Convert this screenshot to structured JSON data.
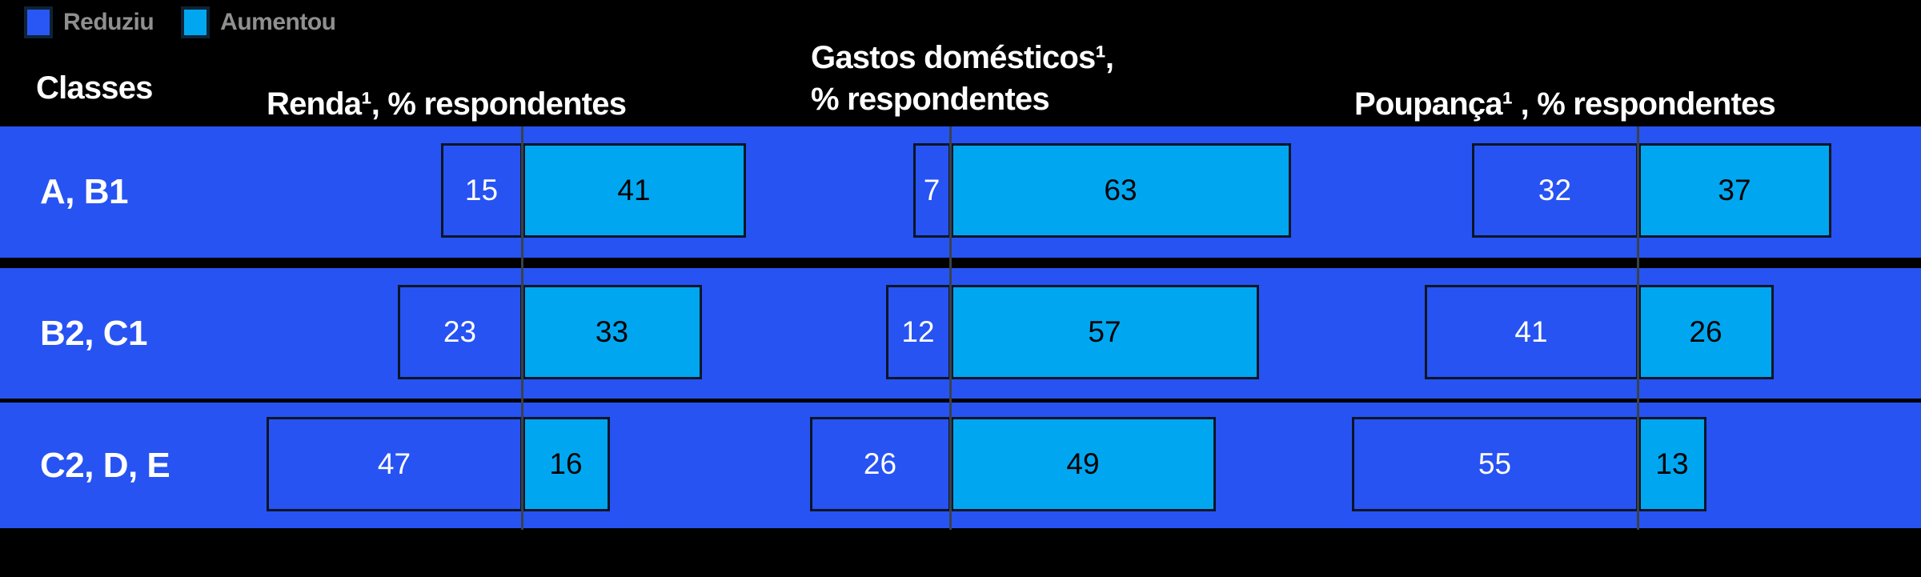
{
  "legend": {
    "position": "top-left",
    "items": [
      {
        "label": "Reduziu",
        "color": "#2957f5"
      },
      {
        "label": "Aumentou",
        "color": "#00a7f0"
      }
    ]
  },
  "headers": {
    "classes": "Classes",
    "renda": "Renda¹, % respondentes",
    "gastos": "Gastos domésticos¹,\n% respondentes",
    "poupanca": "Poupança¹ , % respondentes"
  },
  "colors": {
    "background": "#000000",
    "band_blue": "#2753f2",
    "reduziu_blue": "#2753f2",
    "aumentou_blue": "#00a7f0",
    "bar_border": "#0b1524",
    "axis_line": "#3a4149",
    "header_text": "#ffffff",
    "legend_text": "#8f8f8f",
    "value_text_on_reduziu": "#ffffff",
    "value_text_on_aumentou": "#000000"
  },
  "chart_data": {
    "type": "bar",
    "subtype": "diverging-horizontal-paired",
    "title": "",
    "unit": "% respondentes",
    "legend_entries": [
      "Reduziu",
      "Aumentou"
    ],
    "row_header": "Classes",
    "columns": [
      {
        "key": "renda",
        "label": "Renda¹, % respondentes"
      },
      {
        "key": "gastos",
        "label": "Gastos domésticos¹, % respondentes"
      },
      {
        "key": "poupanca",
        "label": "Poupança¹ , % respondentes"
      }
    ],
    "rows": [
      {
        "class_label": "A, B1",
        "renda": {
          "reduziu": 15,
          "aumentou": 41
        },
        "gastos": {
          "reduziu": 7,
          "aumentou": 63
        },
        "poupanca": {
          "reduziu": 32,
          "aumentou": 37
        }
      },
      {
        "class_label": "B2, C1",
        "renda": {
          "reduziu": 23,
          "aumentou": 33
        },
        "gastos": {
          "reduziu": 12,
          "aumentou": 57
        },
        "poupanca": {
          "reduziu": 41,
          "aumentou": 26
        }
      },
      {
        "class_label": "C2, D, E",
        "renda": {
          "reduziu": 47,
          "aumentou": 16
        },
        "gastos": {
          "reduziu": 26,
          "aumentou": 49
        },
        "poupanca": {
          "reduziu": 55,
          "aumentou": 13
        }
      }
    ]
  }
}
